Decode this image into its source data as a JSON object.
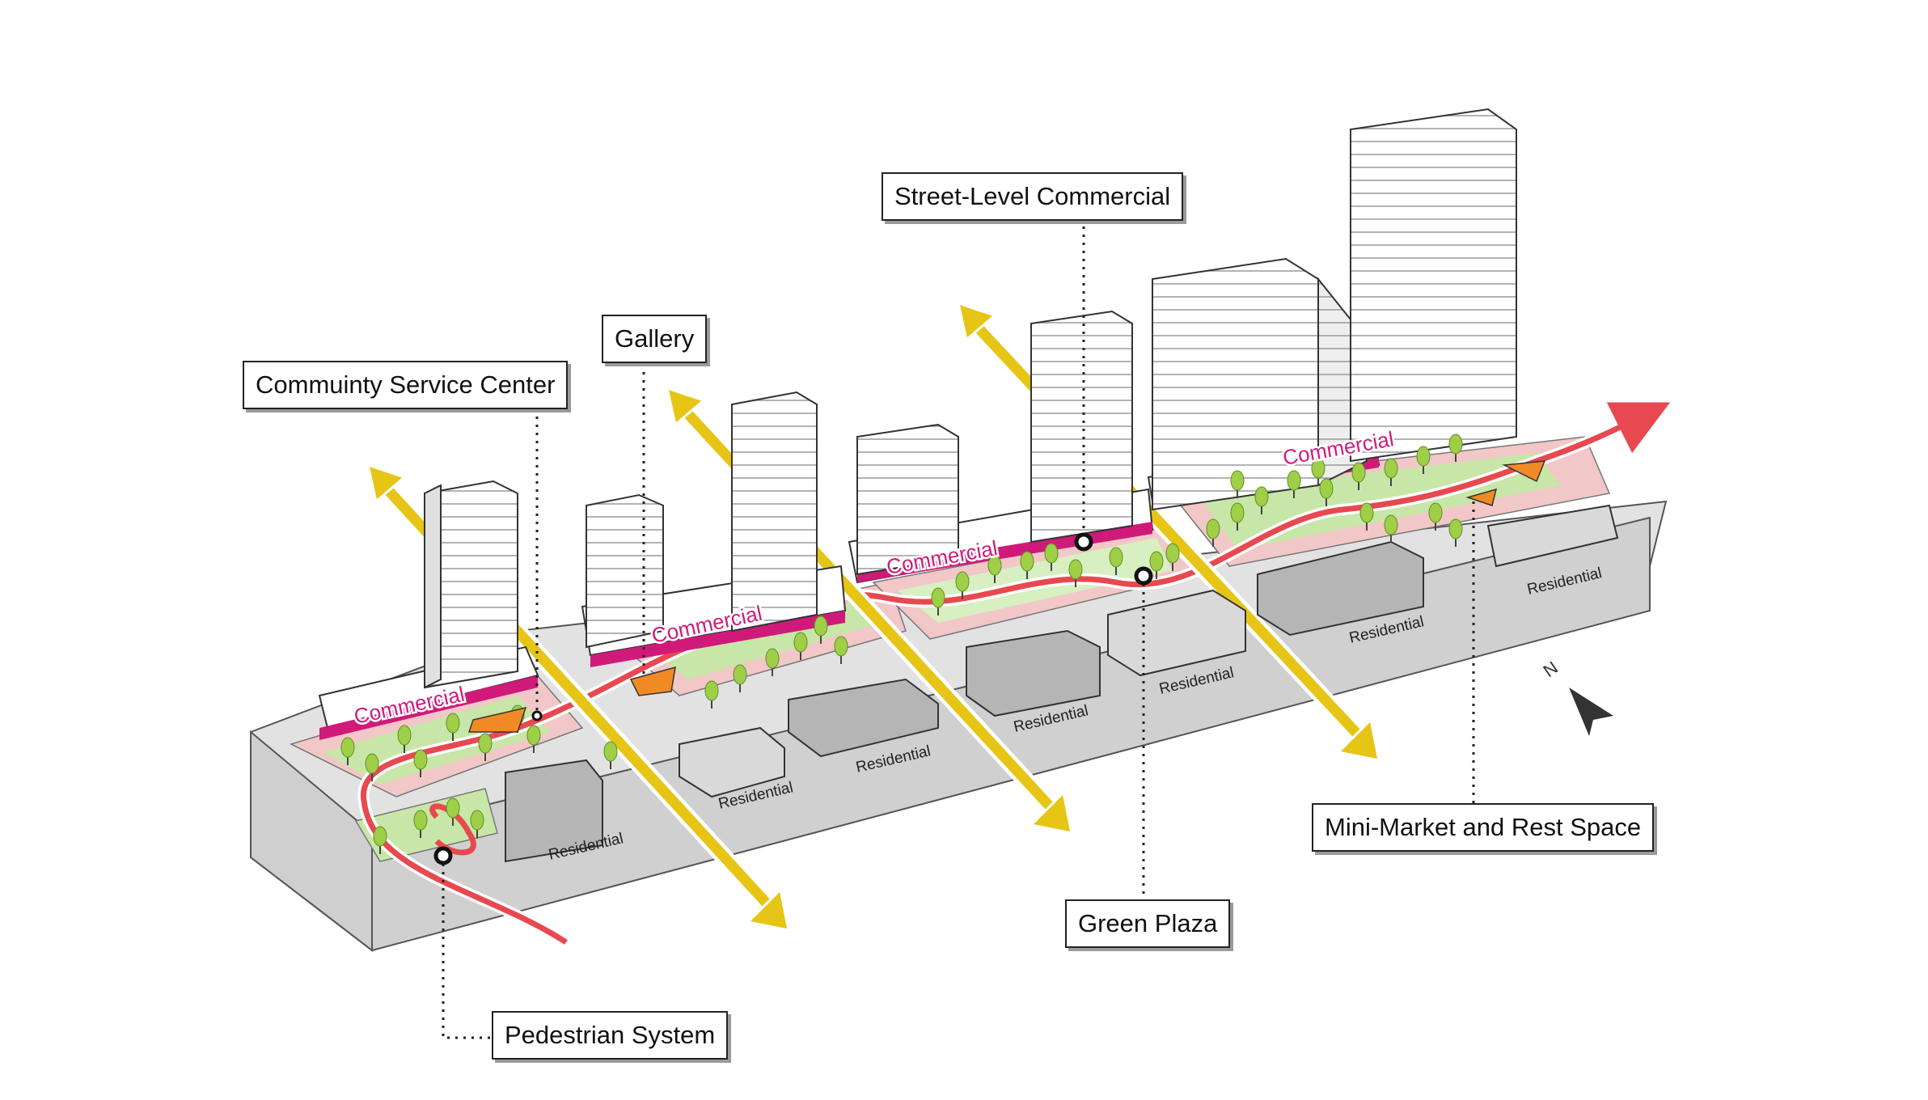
{
  "callouts": {
    "community": "Commuinty Service Center",
    "gallery": "Gallery",
    "street": "Street-Level Commercial",
    "market": "Mini-Market and Rest Space",
    "green": "Green Plaza",
    "pedestrian": "Pedestrian System"
  },
  "zones": {
    "commercial_1": "Commercial",
    "commercial_2": "Commercial",
    "commercial_3": "Commercial",
    "commercial_4": "Commercial",
    "residential_1": "Residential",
    "residential_2": "Residential",
    "residential_3": "Residential",
    "residential_4": "Residential",
    "residential_5": "Residential",
    "residential_6": "Residential",
    "residential_7": "Residential"
  },
  "compass": {
    "label": "N",
    "icon": "north-arrow-icon"
  },
  "colors": {
    "commercial": "#d01a7a",
    "pedestrian": "#e8484f",
    "axis_arrow": "#e6c516",
    "green": "#9fce47",
    "plaza": "#f2c7c7",
    "building": "#ffffff",
    "lowrise": "#b5b5b5",
    "base": "#d4d4d4"
  }
}
